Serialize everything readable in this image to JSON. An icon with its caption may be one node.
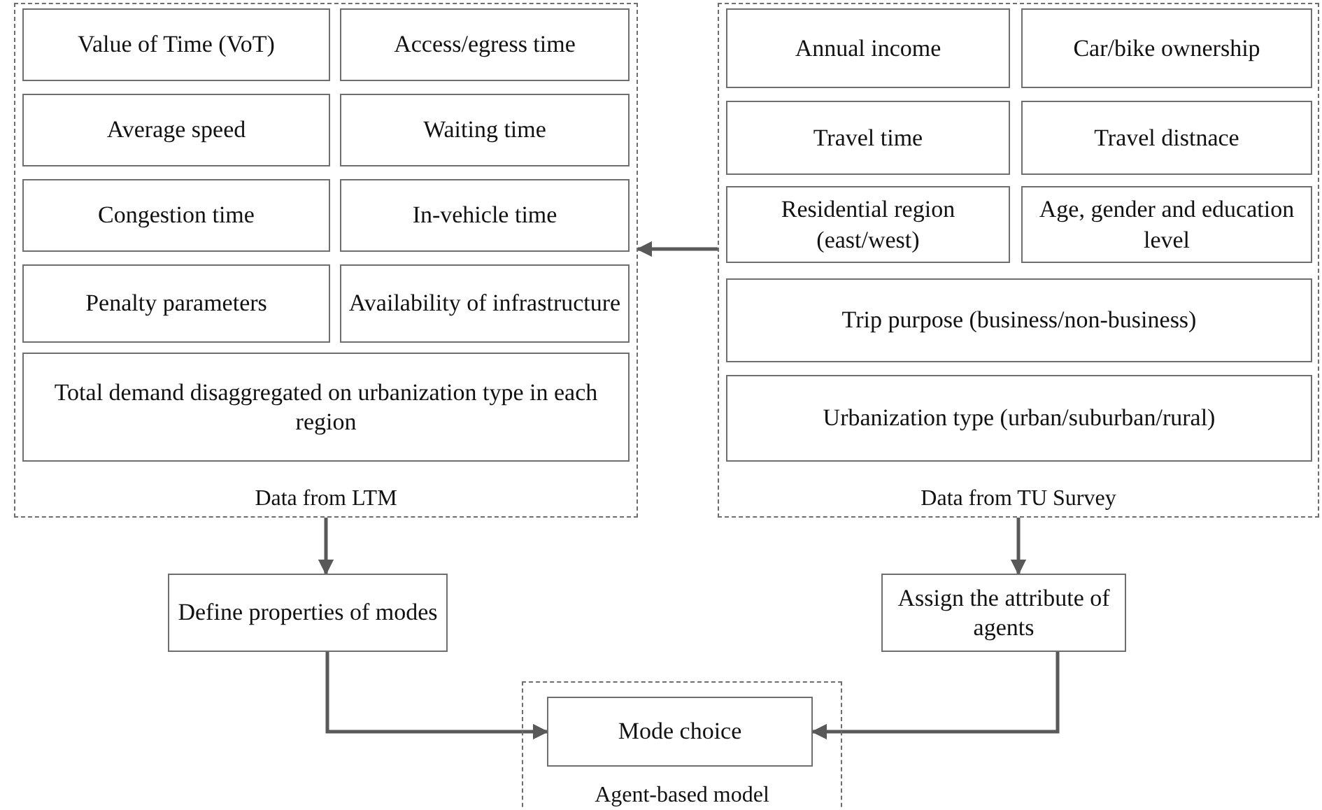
{
  "diagram": {
    "nodes": [
      {
        "text": [
          "Data from LTM"
        ]
      },
      {
        "text": [
          "Value of Time (VoT)"
        ],
        "in": 0
      },
      {
        "text": [
          "Access/egress time"
        ],
        "in": 0
      },
      {
        "text": [
          "Average speed"
        ],
        "in": 0
      },
      {
        "text": [
          "Waiting time"
        ],
        "in": 0
      },
      {
        "text": [
          "Congestion time"
        ],
        "in": 0
      },
      {
        "text": [
          "In-vehicle time"
        ],
        "in": 0
      },
      {
        "text": [
          "Penalty parameters"
        ],
        "in": 0
      },
      {
        "text": [
          "Availability of infrastructure"
        ],
        "in": 0
      },
      {
        "text": [
          "Total demand disaggregated on urbanization type in each region"
        ],
        "in": 0
      },
      {
        "text": [
          "Data from TU Survey"
        ]
      },
      {
        "text": [
          "Annual income"
        ],
        "in": 10
      },
      {
        "text": [
          "Car/bike ownership"
        ],
        "in": 10
      },
      {
        "text": [
          "Travel time"
        ],
        "in": 10
      },
      {
        "text": [
          "Travel distnace"
        ],
        "in": 10
      },
      {
        "text": [
          "Residential region (east/west)"
        ],
        "in": 10
      },
      {
        "text": [
          "Age, gender and education level"
        ],
        "in": 10
      },
      {
        "text": [
          "Trip purpose (business/non-business)"
        ],
        "in": 10
      },
      {
        "text": [
          "Urbanization type (urban/suburban/rural)"
        ],
        "in": 10
      },
      {
        "text": [
          "Define properties of modes"
        ]
      },
      {
        "text": [
          "Assign the attribute of agents"
        ]
      },
      {
        "text": [
          "Agent-based model"
        ]
      },
      {
        "text": [
          "Mode choice"
        ],
        "in": 21
      }
    ],
    "edges": [
      {
        "from": 10,
        "to": 0,
        "arrow": "to"
      },
      {
        "from": 0,
        "to": 19,
        "arrow": "to"
      },
      {
        "from": 10,
        "to": 20,
        "arrow": "to"
      },
      {
        "from": 19,
        "to": 22,
        "arrow": "to"
      },
      {
        "from": 20,
        "to": 22,
        "arrow": "to"
      }
    ]
  }
}
